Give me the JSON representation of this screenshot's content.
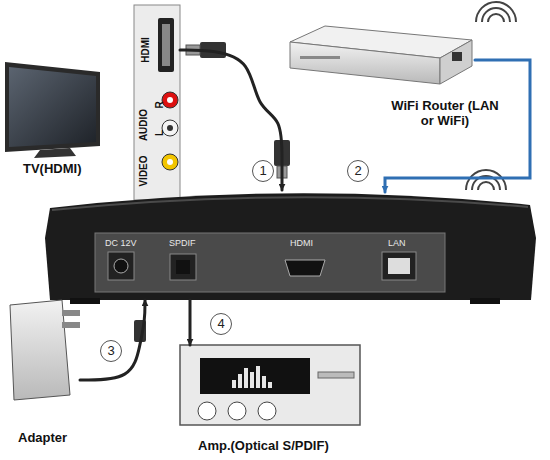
{
  "diagram": {
    "nodes": [
      {
        "text": [
          "TV(HDMI)"
        ]
      },
      {
        "text": [
          "HDMI",
          "AUDIO",
          "R",
          "L",
          "VIDEO"
        ]
      },
      {
        "text": [
          "WiFi Router (LAN or WiFi)"
        ]
      },
      {
        "text": [
          "DC 12V",
          "SPDIF",
          "HDMI",
          "LAN"
        ]
      },
      {
        "text": [
          "Adapter"
        ]
      },
      {
        "text": [
          "Amp.(Optical S/PDIF)"
        ]
      }
    ],
    "edges": [
      {
        "from": 1,
        "to": 3,
        "arrow": "to",
        "label": "1"
      },
      {
        "from": 2,
        "to": 3,
        "arrow": "to",
        "label": "2"
      },
      {
        "from": 4,
        "to": 3,
        "arrow": "to",
        "label": "3"
      },
      {
        "from": 3,
        "to": 5,
        "arrow": "to",
        "label": "4"
      }
    ]
  }
}
